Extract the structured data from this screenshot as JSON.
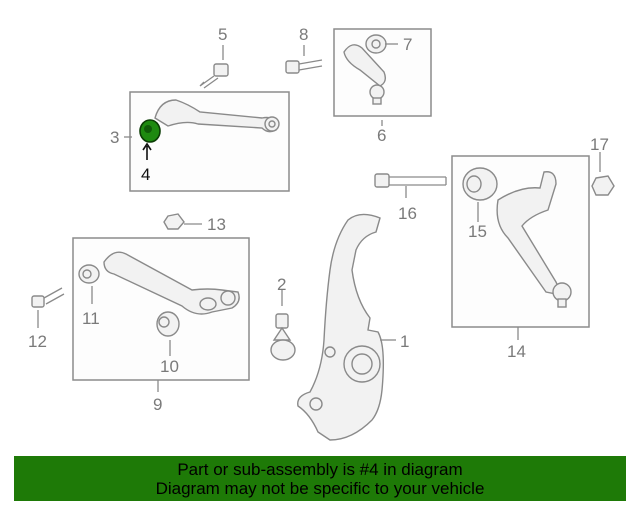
{
  "callouts": {
    "c1": "1",
    "c2": "2",
    "c3": "3",
    "c4": "4",
    "c5": "5",
    "c6": "6",
    "c7": "7",
    "c8": "8",
    "c9": "9",
    "c10": "10",
    "c11": "11",
    "c12": "12",
    "c13": "13",
    "c14": "14",
    "c15": "15",
    "c16": "16",
    "c17": "17"
  },
  "highlight": {
    "part_number": "4",
    "color": "#1e8a10"
  },
  "banner": {
    "line1": "Part or sub-assembly is #4 in diagram",
    "line2": "Diagram may not be specific to your vehicle",
    "background": "#1e7a07"
  }
}
